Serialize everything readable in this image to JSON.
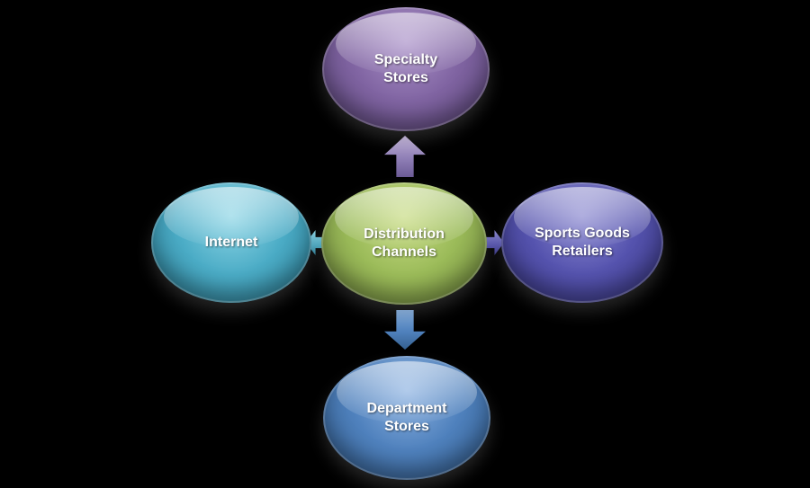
{
  "diagram": {
    "background_color": "#000000",
    "text_color": "#ffffff",
    "nodes": {
      "center": {
        "label": "Distribution Channels",
        "color": "#9BBB59"
      },
      "top": {
        "label": "Specialty Stores",
        "color": "#8064A2"
      },
      "left": {
        "label": "Internet",
        "color": "#4BACC6"
      },
      "right": {
        "label": "Sports Goods Retailers",
        "color": "#5553AE"
      },
      "bottom": {
        "label": "Department Stores",
        "color": "#4F81BD"
      }
    },
    "arrows": {
      "up": {
        "direction": "up",
        "color": "#8F7FB6"
      },
      "down": {
        "direction": "down",
        "color": "#4F81BD"
      },
      "left": {
        "direction": "left",
        "color": "#4BACC6"
      },
      "right": {
        "direction": "right",
        "color": "#5553AE"
      }
    }
  }
}
